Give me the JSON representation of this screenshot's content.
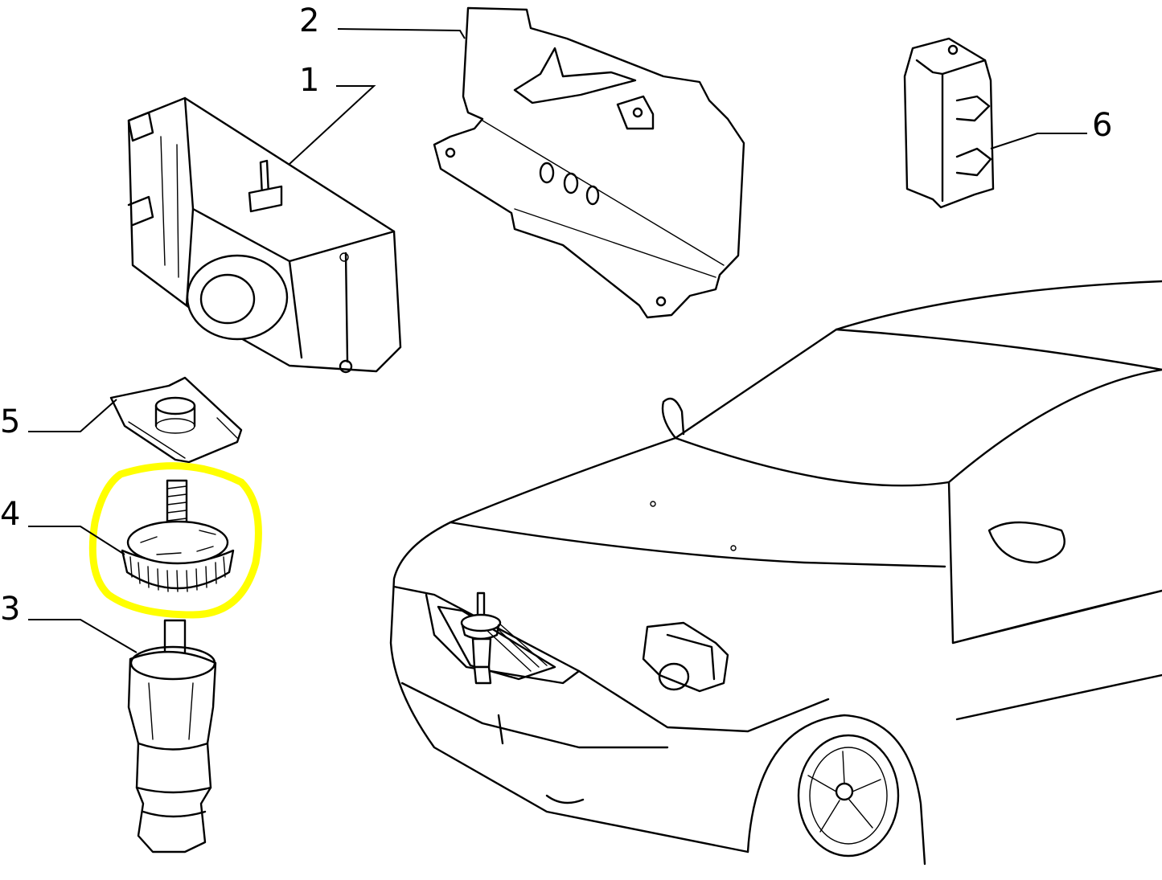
{
  "diagram": {
    "callouts": [
      {
        "id": "1",
        "label": "1"
      },
      {
        "id": "2",
        "label": "2"
      },
      {
        "id": "3",
        "label": "3"
      },
      {
        "id": "4",
        "label": "4"
      },
      {
        "id": "5",
        "label": "5"
      },
      {
        "id": "6",
        "label": "6"
      }
    ],
    "highlight": {
      "part": "4",
      "color": "#ffff00"
    }
  }
}
